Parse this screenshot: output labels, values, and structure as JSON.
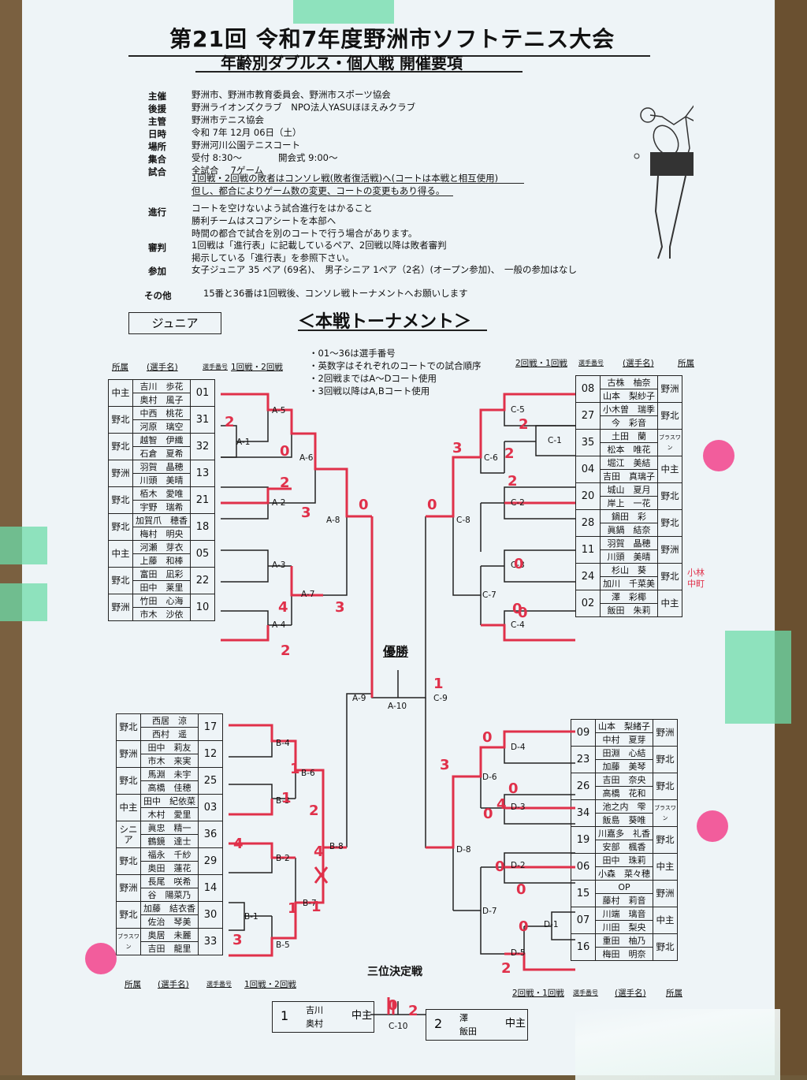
{
  "title": {
    "line1": "第21回 令和7年度野洲市ソフトテニス大会",
    "line2": "年齢別ダブルス・個人戦 開催要項"
  },
  "info": [
    {
      "label": "主催",
      "text": "野洲市、野洲市教育委員会、野洲市スポーツ協会"
    },
    {
      "label": "後援",
      "text": "野洲ライオンズクラブ　NPO法人YASUほほえみクラブ"
    },
    {
      "label": "主管",
      "text": "野洲市テニス協会"
    },
    {
      "label": "日時",
      "text": "令和 7年 12月 06日（土）"
    },
    {
      "label": "場所",
      "text": "野洲河川公園テニスコート"
    },
    {
      "label": "集合",
      "text": "受付 8:30～　　　　開会式 9:00～"
    },
    {
      "label": "試合",
      "text": "全試合　 7ゲーム"
    }
  ],
  "match_rules": [
    "1回戦・2回戦の敗者はコンソレ戦(敗者復活戦)へ(コートは本戦と相互使用)",
    "但し、都合によりゲーム数の変更、コートの変更もあり得る。"
  ],
  "progress": {
    "label": "進行",
    "lines": [
      "コートを空けないよう試合進行をはかること",
      "勝利チームはスコアシートを本部へ",
      "時間の都合で試合を別のコートで行う場合があります。"
    ]
  },
  "referee": {
    "label": "審判",
    "lines": [
      "1回戦は「進行表」に記載しているペア、2回戦以降は敗者審判",
      "掲示している「進行表」を参照下さい。"
    ]
  },
  "participation": {
    "label": "参加",
    "text": "女子ジュニア 35 ペア (69名)、　男子シニア 1ペア（2名）(オープン参加)、　一般の参加はなし"
  },
  "other": {
    "label": "その他",
    "text": "15番と36番は1回戦後、コンソレ戦トーナメントへお願いします"
  },
  "category": "ジュニア",
  "main_title": "＜本戦トーナメント＞",
  "notes": [
    "・01～36は選手番号",
    "・英数字はそれぞれのコートでの試合順序",
    "・2回戦まではA～Dコート使用",
    "・3回戦以降はA,Bコート使用"
  ],
  "headers": {
    "left_top": {
      "aff": "所属",
      "name": "(選手名)",
      "num": "選手番号",
      "round": "1回戦・2回戦"
    },
    "right_top": {
      "round": "2回戦・1回戦",
      "num": "選手番号",
      "name": "(選手名)",
      "aff": "所属"
    },
    "left_bottom": {
      "aff": "所属",
      "name": "(選手名)",
      "num": "選手番号",
      "round": "1回戦・2回戦"
    },
    "right_bottom": {
      "round": "2回戦・1回戦",
      "num": "選手番号",
      "name": "(選手名)",
      "aff": "所属"
    }
  },
  "champion": "優勝",
  "third_place": "三位決定戦",
  "teams_A": [
    {
      "aff": "中主",
      "p1": "吉川　歩花",
      "p2": "奥村　風子",
      "num": "01"
    },
    {
      "aff": "野北",
      "p1": "中西　桃花",
      "p2": "河原　璃空",
      "num": "31"
    },
    {
      "aff": "野北",
      "p1": "越智　伊織",
      "p2": "石倉　夏希",
      "num": "32"
    },
    {
      "aff": "野洲",
      "p1": "羽賀　晶穂",
      "p2": "川頭　美晴",
      "num": "13"
    },
    {
      "aff": "野北",
      "p1": "栢木　愛唯",
      "p2": "宇野　瑞希",
      "num": "21"
    },
    {
      "aff": "野北",
      "p1": "加賀爪　穂香",
      "p2": "梅村　明央",
      "num": "18"
    },
    {
      "aff": "中主",
      "p1": "河瀬　芽衣",
      "p2": "上藤　和棒",
      "num": "05"
    },
    {
      "aff": "野北",
      "p1": "富田　凪彩",
      "p2": "田中　莱里",
      "num": "22"
    },
    {
      "aff": "野洲",
      "p1": "竹田　心海",
      "p2": "市木　沙依",
      "num": "10"
    }
  ],
  "teams_C": [
    {
      "aff": "野洲",
      "p1": "古株　柚奈",
      "p2": "山本　梨紗子",
      "num": "08"
    },
    {
      "aff": "野北",
      "p1": "小木曽　瑞季",
      "p2": "今　彩音",
      "num": "27"
    },
    {
      "aff": "ブラスワン",
      "p1": "土田　蘭",
      "p2": "松本　唯花",
      "num": "35"
    },
    {
      "aff": "中主",
      "p1": "堀江　美結",
      "p2": "吉田　真璃子",
      "num": "04"
    },
    {
      "aff": "野北",
      "p1": "城山　夏月",
      "p2": "岸上　一花",
      "num": "20"
    },
    {
      "aff": "野北",
      "p1": "鍋田　彩",
      "p2": "眞鍋　結奈",
      "num": "28"
    },
    {
      "aff": "野洲",
      "p1": "羽賀　晶穂",
      "p2": "川頭　美晴",
      "num": "11"
    },
    {
      "aff": "野北",
      "p1": "杉山　葵",
      "p2": "加川　千菜美",
      "num": "24"
    },
    {
      "aff": "中主",
      "p1": "澤　彩椰",
      "p2": "飯田　朱莉",
      "num": "02"
    }
  ],
  "teams_B": [
    {
      "aff": "野北",
      "p1": "西居　涼",
      "p2": "西村　遥",
      "num": "17"
    },
    {
      "aff": "野洲",
      "p1": "田中　莉友",
      "p2": "市木　来実",
      "num": "12"
    },
    {
      "aff": "野北",
      "p1": "馬淵　未宇",
      "p2": "高橋　佳穂",
      "num": "25"
    },
    {
      "aff": "中主",
      "p1": "田中　紀依菜",
      "p2": "木村　愛里",
      "num": "03"
    },
    {
      "aff": "シニア",
      "p1": "眞忠　精一",
      "p2": "鶴鏡　達士",
      "num": "36"
    },
    {
      "aff": "野北",
      "p1": "福永　千紗",
      "p2": "奥田　蓮花",
      "num": "29"
    },
    {
      "aff": "野洲",
      "p1": "長尾　咲希",
      "p2": "谷　陽菜乃",
      "num": "14"
    },
    {
      "aff": "野北",
      "p1": "加藤　結衣香",
      "p2": "佐治　琴美",
      "num": "30"
    },
    {
      "aff": "ブラスワン",
      "p1": "奥居　未麗",
      "p2": "吉田　龍里",
      "num": "33"
    }
  ],
  "teams_D": [
    {
      "aff": "野洲",
      "p1": "山本　梨緒子",
      "p2": "中村　夏芽",
      "num": "09"
    },
    {
      "aff": "野北",
      "p1": "田淵　心結",
      "p2": "加藤　美琴",
      "num": "23"
    },
    {
      "aff": "野北",
      "p1": "吉田　奈央",
      "p2": "高橋　花和",
      "num": "26"
    },
    {
      "aff": "ブラスワン",
      "p1": "池之内　雫",
      "p2": "飯島　葵唯",
      "num": "34"
    },
    {
      "aff": "野北",
      "p1": "川嘉多　礼香",
      "p2": "安部　楓香",
      "num": "19"
    },
    {
      "aff": "中主",
      "p1": "田中　珠莉",
      "p2": "小森　菜々穂",
      "num": "06"
    },
    {
      "aff": "野洲",
      "p1": "OP",
      "p2": "藤村　莉音",
      "num": "15"
    },
    {
      "aff": "中主",
      "p1": "川端　璃音",
      "p2": "川田　梨央",
      "num": "07"
    },
    {
      "aff": "野北",
      "p1": "重田　柚乃",
      "p2": "梅田　明奈",
      "num": "16"
    }
  ],
  "match_labels": [
    "A-5",
    "A-1",
    "A-6",
    "A-2",
    "A-8",
    "A-3",
    "A-7",
    "A-4",
    "C-5",
    "C-1",
    "C-6",
    "C-2",
    "C-8",
    "C-3",
    "C-7",
    "C-4",
    "A-9",
    "A-10",
    "C-9",
    "B-4",
    "B-6",
    "B-3",
    "B-2",
    "B-8",
    "B-7",
    "B-1",
    "B-5",
    "D-4",
    "D-6",
    "D-3",
    "D-8",
    "D-2",
    "D-7",
    "D-1",
    "D-5",
    "C-10"
  ],
  "scores_text": [
    "2",
    "0",
    "2",
    "3",
    "0",
    "4",
    "3",
    "2",
    "0",
    "2",
    "2",
    "2",
    "3",
    "0",
    "0",
    "0",
    "1",
    "0",
    "3",
    "0",
    "0",
    "4",
    "0",
    "2",
    "0",
    "0",
    "0",
    "4",
    "4",
    "1",
    "1",
    "3",
    "1",
    "2",
    "1",
    "2"
  ],
  "third_place_boxes": {
    "left_rank": "1",
    "left_names": [
      "吉川",
      "奥村"
    ],
    "left_aff": "中主",
    "right_rank": "2",
    "right_names": [
      "澤",
      "飯田"
    ],
    "right_aff": "中主"
  },
  "margin_note": "小林 中町",
  "dot_label": "ブラスワン",
  "colors": {
    "paper": "#eef4f7",
    "ink": "#111111",
    "red_marker": "#e0304a",
    "pink_dot": "#f25d9c",
    "tape": "#6edcaa"
  }
}
